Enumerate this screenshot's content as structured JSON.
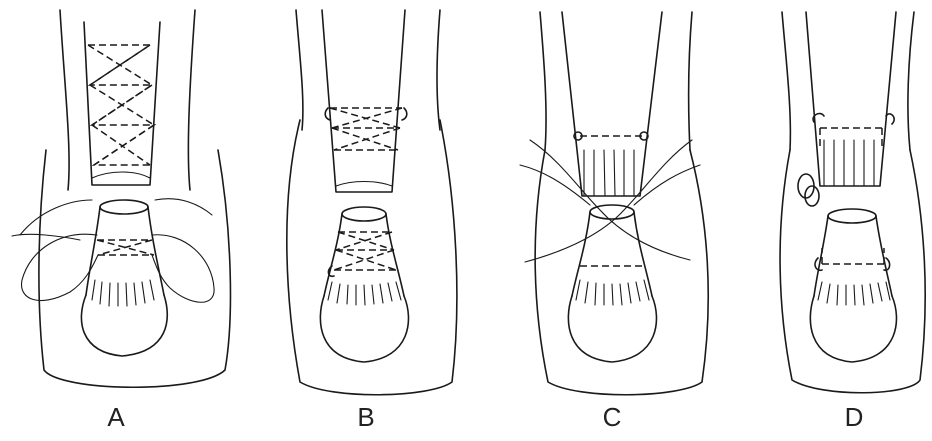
{
  "panels": [
    {
      "label": "A"
    },
    {
      "label": "B"
    },
    {
      "label": "C"
    },
    {
      "label": "D"
    }
  ],
  "colors": {
    "ink": "#1a1a1a",
    "background": "#ffffff"
  }
}
